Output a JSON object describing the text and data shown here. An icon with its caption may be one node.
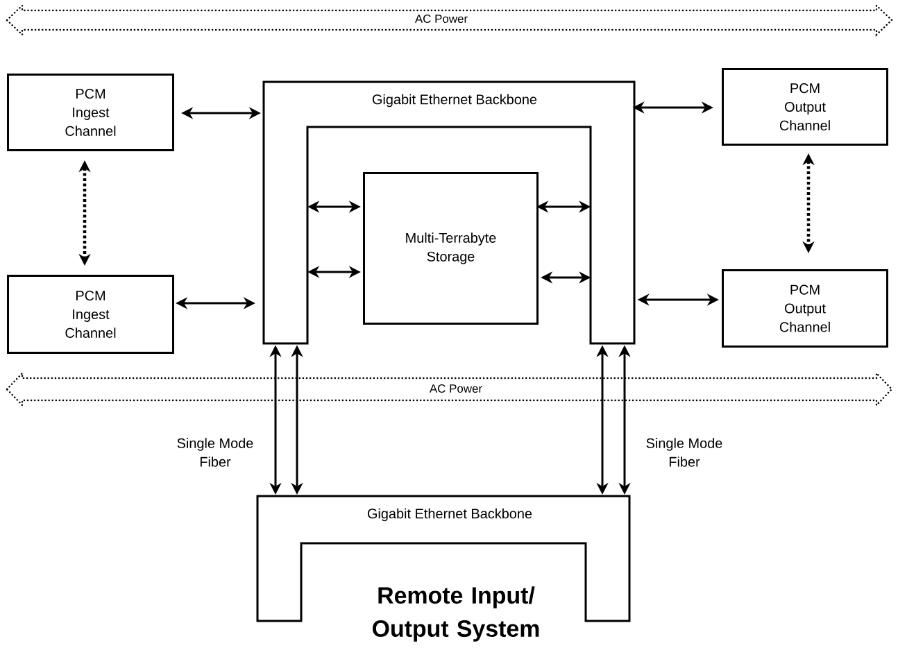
{
  "diagram": {
    "nodes": [
      {
        "text": [
          "PCM Ingest Channel"
        ]
      },
      {
        "text": [
          "Gigabit Ethernet Backbone"
        ]
      },
      {
        "text": [
          "PCM Output Channel"
        ]
      },
      {
        "text": [
          "Multi-Terrabyte Storage"
        ]
      },
      {
        "text": [
          "PCM Ingest Channel"
        ]
      },
      {
        "text": [
          "PCM Output Channel"
        ]
      },
      {
        "text": [
          "Gigabit Ethernet Backbone",
          "Remote Input/ Output System"
        ]
      }
    ],
    "edges": [
      {
        "from": 0,
        "to": 1,
        "arrow": "both"
      },
      {
        "from": 1,
        "to": 2,
        "arrow": "both"
      },
      {
        "from": 0,
        "to": 4,
        "arrow": "both",
        "style": "dashed"
      },
      {
        "from": 2,
        "to": 5,
        "arrow": "both",
        "style": "dashed"
      },
      {
        "from": 4,
        "to": 1,
        "arrow": "both"
      },
      {
        "from": 1,
        "to": 5,
        "arrow": "both"
      },
      {
        "from": 1,
        "to": 3,
        "arrow": "both"
      },
      {
        "from": 1,
        "to": 3,
        "arrow": "both"
      },
      {
        "from": 3,
        "to": 1,
        "arrow": "both"
      },
      {
        "from": 3,
        "to": 1,
        "arrow": "both"
      },
      {
        "from": 1,
        "to": 6,
        "arrow": "both",
        "label": "Single Mode Fiber"
      },
      {
        "from": 1,
        "to": 6,
        "arrow": "both"
      },
      {
        "from": 1,
        "to": 6,
        "arrow": "both"
      },
      {
        "from": 1,
        "to": 6,
        "arrow": "both",
        "label": "Single Mode Fiber"
      }
    ],
    "labels": [
      "AC Power",
      "AC Power"
    ]
  }
}
